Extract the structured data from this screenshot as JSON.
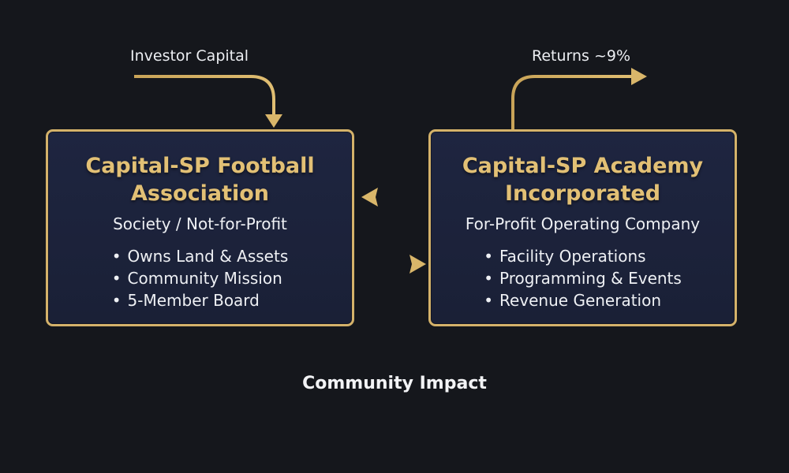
{
  "diagram": {
    "inputs": {
      "investor_capital_label": "Investor Capital",
      "returns_label": "Returns ~9%"
    },
    "left_entity": {
      "title_line1": "Capital-SP Football",
      "title_line2": "Association",
      "subtitle": "Society / Not-for-Profit",
      "bullets": [
        "Owns Land & Assets",
        "Community Mission",
        "5-Member Board"
      ]
    },
    "right_entity": {
      "title_line1": "Capital-SP Academy",
      "title_line2": "Incorporated",
      "subtitle": "For-Profit Operating Company",
      "bullets": [
        "Facility Operations",
        "Programming & Events",
        "Revenue Generation"
      ]
    },
    "footer": "Community Impact",
    "colors": {
      "background": "#15171c",
      "box_fill": "#1c2238",
      "gold": "#d4b26a",
      "title_gold": "#e2c075",
      "text": "#eceef2"
    }
  }
}
